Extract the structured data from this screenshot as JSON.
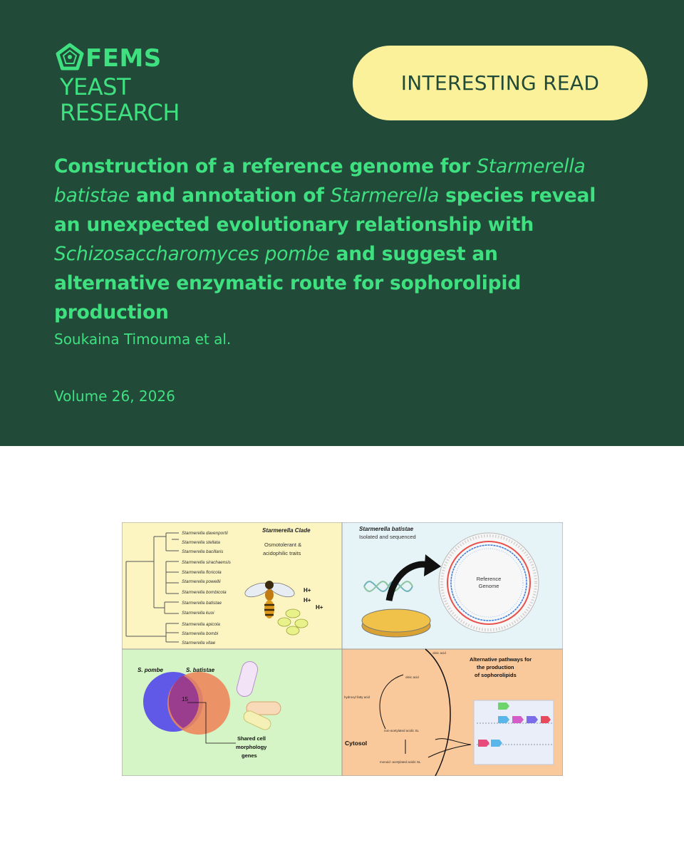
{
  "colors": {
    "header_bg": "#214a39",
    "accent_green": "#3ee07f",
    "pill_bg": "#fbf19a",
    "page_bg": "#ffffff"
  },
  "logo": {
    "icon": "pentagon-logo-icon",
    "fems": "FEMS",
    "line1": "YEAST",
    "line2": "RESEARCH"
  },
  "badge": {
    "label": "INTERESTING READ"
  },
  "article": {
    "title_parts": [
      "Construction of a reference genome for ",
      "Starmerella",
      "batistae",
      " and annotation of ",
      "Starmerella",
      " species reveal an unexpected evolutionary relationship with",
      "Schizosaccharomyces pombe",
      " and suggest an",
      "alternative enzymatic route for sophorolipid production"
    ],
    "authors": "Soukaina Timouma et al.",
    "volume": "Volume 26, 2026"
  },
  "figure": {
    "q1": {
      "title": "Starmerella Clade",
      "traits": [
        "Osmotolerant &",
        "acidophilic traits"
      ],
      "species": [
        "Starmerella davenportii",
        "Starmerella stellata",
        "Starmerella bacillaris",
        "Starmerella sirachaensis",
        "Starmerella floricola",
        "Starmerella powellii",
        "Starmerella bombicola",
        "Starmerella batistae",
        "Starmerella kuoi",
        "Starmerella apicola",
        "Starmerella bombi",
        "Starmerella vitae"
      ],
      "ions": [
        "H+",
        "H+",
        "H+"
      ]
    },
    "q2": {
      "title": "Starmerella batistae",
      "subtitle": "Isolated and sequenced",
      "genome": [
        "Reference",
        "Genome"
      ]
    },
    "q3": {
      "label_a": "S. pombe",
      "label_b": "S. batistae",
      "overlap": "15",
      "caption": [
        "Shared cell",
        "morphology",
        "genes"
      ]
    },
    "q4": {
      "title": [
        "Alternative pathways for",
        "the production",
        "of sophorolipids"
      ],
      "compartment": "Cytosol",
      "metabolites": [
        "oleic acid",
        "oleic acid",
        "hydroxyl fatty acid",
        "non-acetylated acidic SL",
        "monoid -acetylated acidic SL"
      ]
    }
  }
}
